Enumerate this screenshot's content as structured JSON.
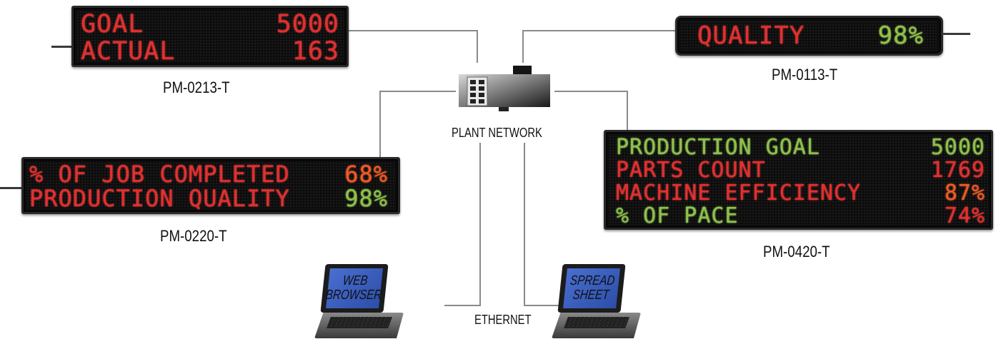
{
  "network_label": "PLANT NETWORK",
  "ethernet_label": "ETHERNET",
  "signs": [
    {
      "model": "PM-0213-T",
      "rows": [
        {
          "text": "GOAL",
          "value": "5000",
          "text_color": "red",
          "value_color": "red"
        },
        {
          "text": "ACTUAL",
          "value": "163",
          "text_color": "red",
          "value_color": "red"
        }
      ]
    },
    {
      "model": "PM-0113-T",
      "rows": [
        {
          "text": "QUALITY",
          "value": "98%",
          "text_color": "red",
          "value_color": "green"
        }
      ]
    },
    {
      "model": "PM-0220-T",
      "rows": [
        {
          "text": "% OF JOB COMPLETED",
          "value": "68%",
          "text_color": "red",
          "value_color": "orange"
        },
        {
          "text": "PRODUCTION QUALITY",
          "value": "98%",
          "text_color": "red",
          "value_color": "green"
        }
      ]
    },
    {
      "model": "PM-0420-T",
      "rows": [
        {
          "text": "PRODUCTION GOAL",
          "value": "5000",
          "text_color": "green",
          "value_color": "green"
        },
        {
          "text": "PARTS COUNT",
          "value": "1769",
          "text_color": "red",
          "value_color": "red"
        },
        {
          "text": "MACHINE EFFICIENCY",
          "value": "87%",
          "text_color": "red",
          "value_color": "orange"
        },
        {
          "text": "% OF PACE",
          "value": "74%",
          "text_color": "green",
          "value_color": "red"
        }
      ]
    }
  ],
  "laptops": [
    {
      "screen_text": "WEB\nBROWSER"
    },
    {
      "screen_text": "SPREAD\nSHEET"
    }
  ],
  "colors": {
    "red": "#e23030",
    "green": "#8fc24a",
    "orange": "#f05a28",
    "wire": "#8a8a8a",
    "laptop_screen": "#3a5fc0"
  }
}
